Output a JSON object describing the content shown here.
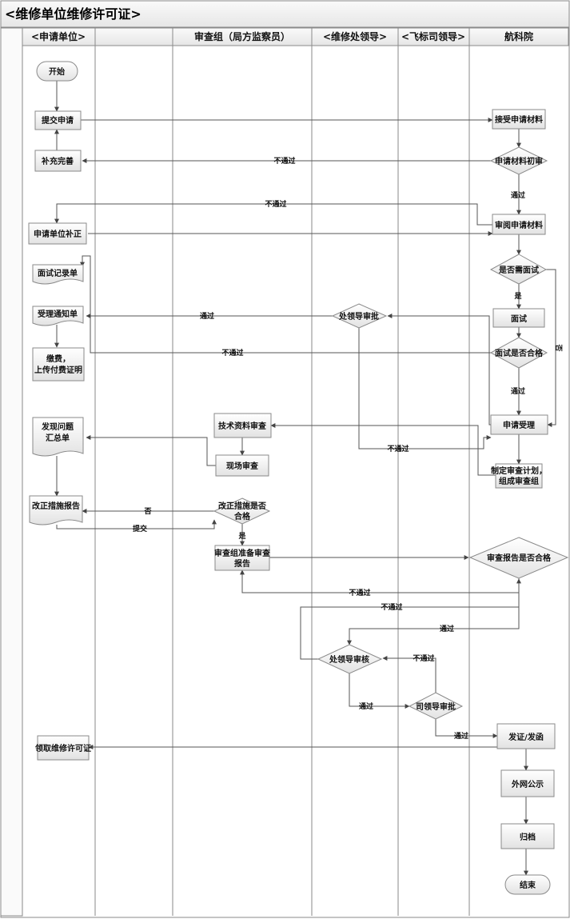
{
  "title": "<维修单位维修许可证>",
  "lanes": [
    {
      "id": "applicant",
      "label": "<申请单位>"
    },
    {
      "id": "review",
      "label": "审查组（局方监察员）"
    },
    {
      "id": "repair_leader",
      "label": "<维修处领导>"
    },
    {
      "id": "fs_leader",
      "label": "<飞标司领导>"
    },
    {
      "id": "academy",
      "label": "航科院"
    }
  ],
  "nodes": {
    "start": "开始",
    "submit": "提交申请",
    "supplement": "补充完善",
    "unit_correction": "申请单位补正",
    "interview_record": "面试记录单",
    "accept_notice": "受理通知单",
    "pay_fee": "缴费，\n上传付费证明",
    "problems_summary": "发现问题\n汇总单",
    "correction_report": "改正措施报告",
    "get_license": "领取维修许可证",
    "tech_review": "技术资料审查",
    "site_review": "现场审查",
    "correction_ok": "改正措施是否\n合格",
    "prepare_report": "审查组准备审查\n报告",
    "dept_approve": "处领导审批",
    "dept_review": "处领导审核",
    "div_approve": "司领导审批",
    "receive_materials": "接受申请材料",
    "initial_review": "申请材料初审",
    "review_materials": "审阅申请材料",
    "need_interview": "是否需面试",
    "interview": "面试",
    "interview_pass": "面试是否合格",
    "accept_application": "申请受理",
    "plan": "制定审查计划，\n组成审查组",
    "report_ok": "审查报告是否合格",
    "issue": "发证/发函",
    "publish": "外网公示",
    "archive": "归档",
    "end": "结束"
  },
  "edge_labels": {
    "not_pass": "不通过",
    "pass": "通过",
    "yes": "是",
    "no": "否",
    "submit": "提交"
  },
  "colors": {
    "border": "#8a8a8a",
    "lane_header": "#ededed",
    "box_top": "#ffffff",
    "box_bottom": "#e4e4e4",
    "line": "#555555"
  }
}
